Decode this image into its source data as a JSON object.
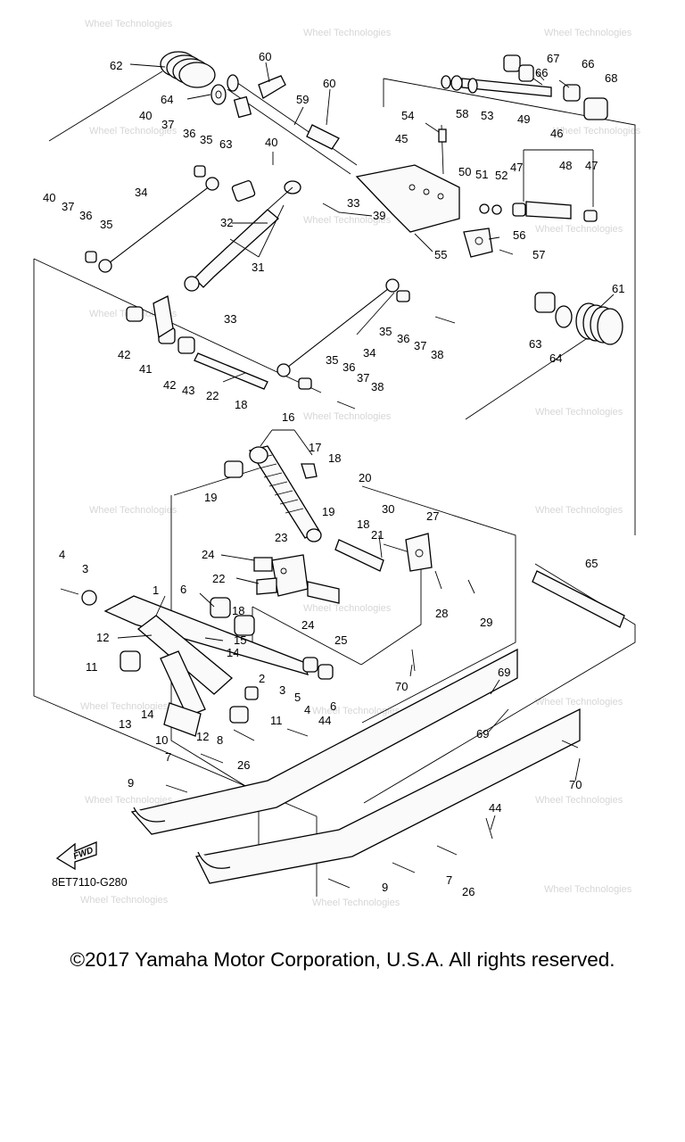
{
  "diagram": {
    "code": "8ET7110-G280",
    "fwd_label": "FWD",
    "watermark": "Wheel Technologies",
    "callouts": [
      {
        "id": "c62",
        "label": "62"
      },
      {
        "id": "c60a",
        "label": "60"
      },
      {
        "id": "c60b",
        "label": "60"
      },
      {
        "id": "c67",
        "label": "67"
      },
      {
        "id": "c66a",
        "label": "66"
      },
      {
        "id": "c66b",
        "label": "66"
      },
      {
        "id": "c68",
        "label": "68"
      },
      {
        "id": "c64a",
        "label": "64"
      },
      {
        "id": "c59",
        "label": "59"
      },
      {
        "id": "c58",
        "label": "58"
      },
      {
        "id": "c53",
        "label": "53"
      },
      {
        "id": "c49",
        "label": "49"
      },
      {
        "id": "c40a",
        "label": "40"
      },
      {
        "id": "c37a",
        "label": "37"
      },
      {
        "id": "c36a",
        "label": "36"
      },
      {
        "id": "c35a",
        "label": "35"
      },
      {
        "id": "c63a",
        "label": "63"
      },
      {
        "id": "c54",
        "label": "54"
      },
      {
        "id": "c46",
        "label": "46"
      },
      {
        "id": "c45",
        "label": "45"
      },
      {
        "id": "c40b",
        "label": "40"
      },
      {
        "id": "c50",
        "label": "50"
      },
      {
        "id": "c51",
        "label": "51"
      },
      {
        "id": "c52",
        "label": "52"
      },
      {
        "id": "c47a",
        "label": "47"
      },
      {
        "id": "c48",
        "label": "48"
      },
      {
        "id": "c47b",
        "label": "47"
      },
      {
        "id": "c34a",
        "label": "34"
      },
      {
        "id": "c40c",
        "label": "40"
      },
      {
        "id": "c37b",
        "label": "37"
      },
      {
        "id": "c36b",
        "label": "36"
      },
      {
        "id": "c35b",
        "label": "35"
      },
      {
        "id": "c33a",
        "label": "33"
      },
      {
        "id": "c32",
        "label": "32"
      },
      {
        "id": "c39",
        "label": "39"
      },
      {
        "id": "c56",
        "label": "56"
      },
      {
        "id": "c55",
        "label": "55"
      },
      {
        "id": "c57",
        "label": "57"
      },
      {
        "id": "c31",
        "label": "31"
      },
      {
        "id": "c61",
        "label": "61"
      },
      {
        "id": "c33b",
        "label": "33"
      },
      {
        "id": "c42a",
        "label": "42"
      },
      {
        "id": "c41",
        "label": "41"
      },
      {
        "id": "c35c",
        "label": "35"
      },
      {
        "id": "c36c",
        "label": "36"
      },
      {
        "id": "c37c",
        "label": "37"
      },
      {
        "id": "c38a",
        "label": "38"
      },
      {
        "id": "c63b",
        "label": "63"
      },
      {
        "id": "c64b",
        "label": "64"
      },
      {
        "id": "c34b",
        "label": "34"
      },
      {
        "id": "c42b",
        "label": "42"
      },
      {
        "id": "c43",
        "label": "43"
      },
      {
        "id": "c35d",
        "label": "35"
      },
      {
        "id": "c36d",
        "label": "36"
      },
      {
        "id": "c37d",
        "label": "37"
      },
      {
        "id": "c38b",
        "label": "38"
      },
      {
        "id": "c22a",
        "label": "22"
      },
      {
        "id": "c18a",
        "label": "18"
      },
      {
        "id": "c16",
        "label": "16"
      },
      {
        "id": "c17",
        "label": "17"
      },
      {
        "id": "c19a",
        "label": "19"
      },
      {
        "id": "c18b",
        "label": "18"
      },
      {
        "id": "c20",
        "label": "20"
      },
      {
        "id": "c19b",
        "label": "19"
      },
      {
        "id": "c18c",
        "label": "18"
      },
      {
        "id": "c30",
        "label": "30"
      },
      {
        "id": "c27",
        "label": "27"
      },
      {
        "id": "c21",
        "label": "21"
      },
      {
        "id": "c24a",
        "label": "24"
      },
      {
        "id": "c23",
        "label": "23"
      },
      {
        "id": "c65",
        "label": "65"
      },
      {
        "id": "c4a",
        "label": "4"
      },
      {
        "id": "c3a",
        "label": "3"
      },
      {
        "id": "c22b",
        "label": "22"
      },
      {
        "id": "c6a",
        "label": "6"
      },
      {
        "id": "c1",
        "label": "1"
      },
      {
        "id": "c18d",
        "label": "18"
      },
      {
        "id": "c24b",
        "label": "24"
      },
      {
        "id": "c28",
        "label": "28"
      },
      {
        "id": "c29",
        "label": "29"
      },
      {
        "id": "c25",
        "label": "25"
      },
      {
        "id": "c12a",
        "label": "12"
      },
      {
        "id": "c15",
        "label": "15"
      },
      {
        "id": "c14a",
        "label": "14"
      },
      {
        "id": "c11a",
        "label": "11"
      },
      {
        "id": "c2",
        "label": "2"
      },
      {
        "id": "c70a",
        "label": "70"
      },
      {
        "id": "c69a",
        "label": "69"
      },
      {
        "id": "c3b",
        "label": "3"
      },
      {
        "id": "c5",
        "label": "5"
      },
      {
        "id": "c6b",
        "label": "6"
      },
      {
        "id": "c13",
        "label": "13"
      },
      {
        "id": "c14b",
        "label": "14"
      },
      {
        "id": "c4b",
        "label": "4"
      },
      {
        "id": "c11b",
        "label": "11"
      },
      {
        "id": "c44a",
        "label": "44"
      },
      {
        "id": "c69b",
        "label": "69"
      },
      {
        "id": "c10",
        "label": "10"
      },
      {
        "id": "c12b",
        "label": "12"
      },
      {
        "id": "c8",
        "label": "8"
      },
      {
        "id": "c7a",
        "label": "7"
      },
      {
        "id": "c26a",
        "label": "26"
      },
      {
        "id": "c70b",
        "label": "70"
      },
      {
        "id": "c9a",
        "label": "9"
      },
      {
        "id": "c44b",
        "label": "44"
      },
      {
        "id": "c7b",
        "label": "7"
      },
      {
        "id": "c26b",
        "label": "26"
      },
      {
        "id": "c9b",
        "label": "9"
      }
    ]
  },
  "footer": {
    "copyright": "©2017 Yamaha Motor Corporation, U.S.A. All rights reserved."
  }
}
